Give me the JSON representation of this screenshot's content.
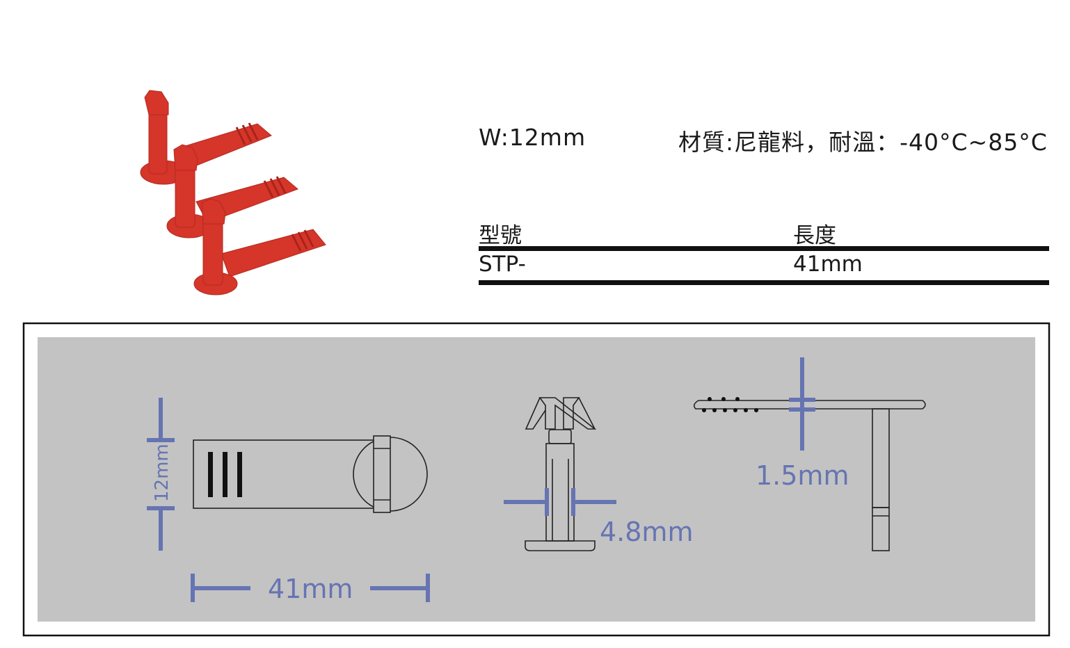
{
  "specs": {
    "width": "W:12mm",
    "material": "材質:尼龍料，耐溫：-40°C~85°C"
  },
  "table": {
    "headers": [
      "型號",
      "長度"
    ],
    "rows": [
      [
        "STP-",
        "41mm"
      ]
    ]
  },
  "drawing": {
    "dims": {
      "width": "12mm",
      "length": "41mm",
      "shaft": "4.8mm",
      "thickness": "1.5mm"
    }
  },
  "colors": {
    "product": "#d6352a",
    "dimension": "#6674b2",
    "panel": "#c3c3c3"
  }
}
